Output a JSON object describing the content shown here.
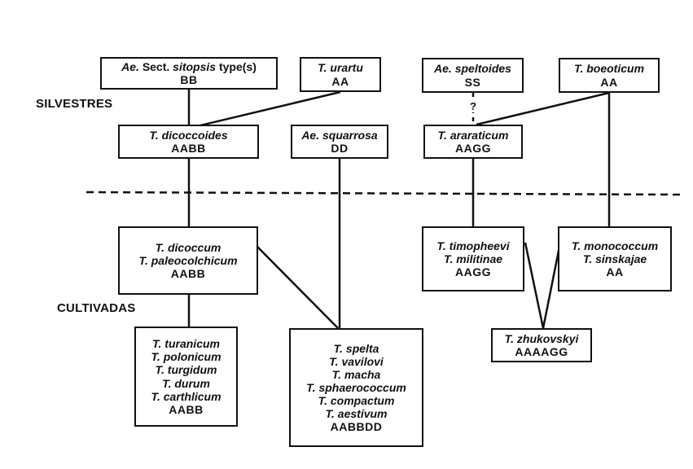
{
  "labels": {
    "wild": "SILVESTRES",
    "cultivated": "CULTIVADAS",
    "uncertain": "?"
  },
  "nodes": {
    "sitopsis": {
      "prefix": "Ae.",
      "name": "Sect.",
      "sub": "sitopsis",
      "suffix": "type(s)",
      "genome": "BB"
    },
    "urartu": {
      "name": "T. urartu",
      "genome": "AA"
    },
    "speltoides": {
      "name": "Ae. speltoides",
      "genome": "SS"
    },
    "boeoticum": {
      "name": "T. boeoticum",
      "genome": "AA"
    },
    "dicoccoides": {
      "name": "T. dicoccoides",
      "genome": "AABB"
    },
    "squarrosa": {
      "name": "Ae. squarrosa",
      "genome": "DD"
    },
    "araraticum": {
      "name": "T. araraticum",
      "genome": "AAGG"
    },
    "dicoccum": {
      "names": [
        "T. dicoccum",
        "T. paleocolchicum"
      ],
      "genome": "AABB"
    },
    "timopheevi": {
      "names": [
        "T. timopheevi",
        "T. militinae"
      ],
      "genome": "AAGG"
    },
    "monococcum": {
      "names": [
        "T. monococcum",
        "T. sinskajae"
      ],
      "genome": "AA"
    },
    "turanicum": {
      "names": [
        "T. turanicum",
        "T. polonicum",
        "T. turgidum",
        "T. durum",
        "T. carthlicum"
      ],
      "genome": "AABB"
    },
    "spelta": {
      "names": [
        "T. spelta",
        "T. vavilovi",
        "T. macha",
        "T. sphaerococcum",
        "T. compactum",
        "T. aestivum"
      ],
      "genome": "AABBDD"
    },
    "zhukovskyi": {
      "name": "T. zhukovskyi",
      "genome": "AAAAGG"
    }
  }
}
